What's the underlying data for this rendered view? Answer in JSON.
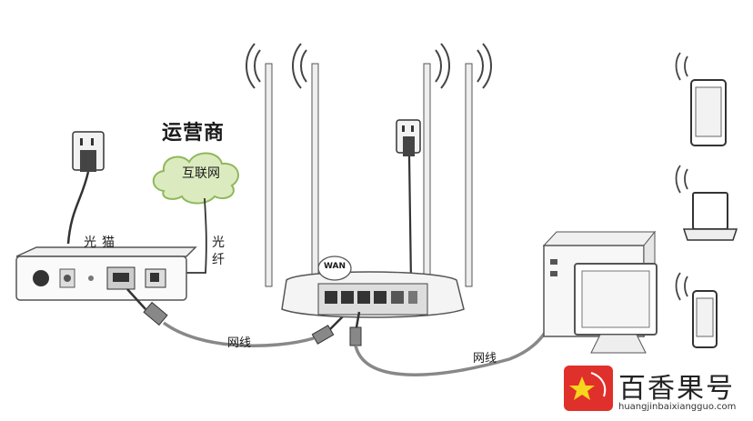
{
  "labels": {
    "isp": "运营商",
    "internet": "互联网",
    "modem": "光猫",
    "fiber": "光纤",
    "cable_left": "网线",
    "cable_right": "网线",
    "wan": "WAN"
  },
  "watermark": {
    "title": "百香果号",
    "url": "huangjinbaixiangguo.com"
  },
  "icons": [
    "power-outlet-icon",
    "cloud-icon",
    "wifi-signal-icon",
    "tablet-icon",
    "laptop-icon",
    "smartphone-icon",
    "desktop-computer-icon",
    "router-icon",
    "modem-icon"
  ],
  "colors": {
    "line": "#333333",
    "cable": "#888888",
    "logo": "#e0302b"
  }
}
